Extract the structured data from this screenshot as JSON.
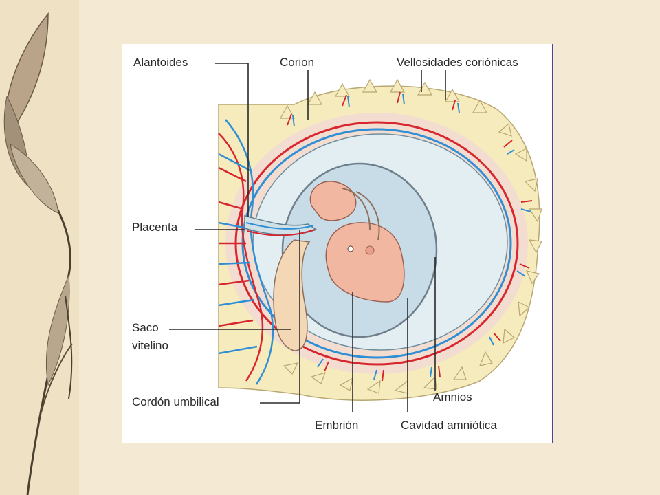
{
  "labels": {
    "allantois": "Alantoides",
    "chorion": "Corion",
    "chorionic_villi": "Vellosidades coriónicas",
    "placenta": "Placenta",
    "yolk_sac_line1": "Saco",
    "yolk_sac_line2": "vitelino",
    "umbilical_cord": "Cordón umbilical",
    "amnion": "Amnios",
    "embryo": "Embrión",
    "amniotic_cavity": "Cavidad amniótica"
  },
  "colors": {
    "page_background": "#f4ead3",
    "decidua": "#f5ebbd",
    "chorion_fill": "#f3dcd0",
    "vessel_red": "#d8262e",
    "vessel_blue": "#2f8fd6",
    "chorionic_cavity": "#e3eef3",
    "amniotic_cavity": "#c8dce8",
    "embryo": "#f2b7a1",
    "yolk_sac": "#f4d7b4",
    "panel_border": "#5a3fa0"
  }
}
